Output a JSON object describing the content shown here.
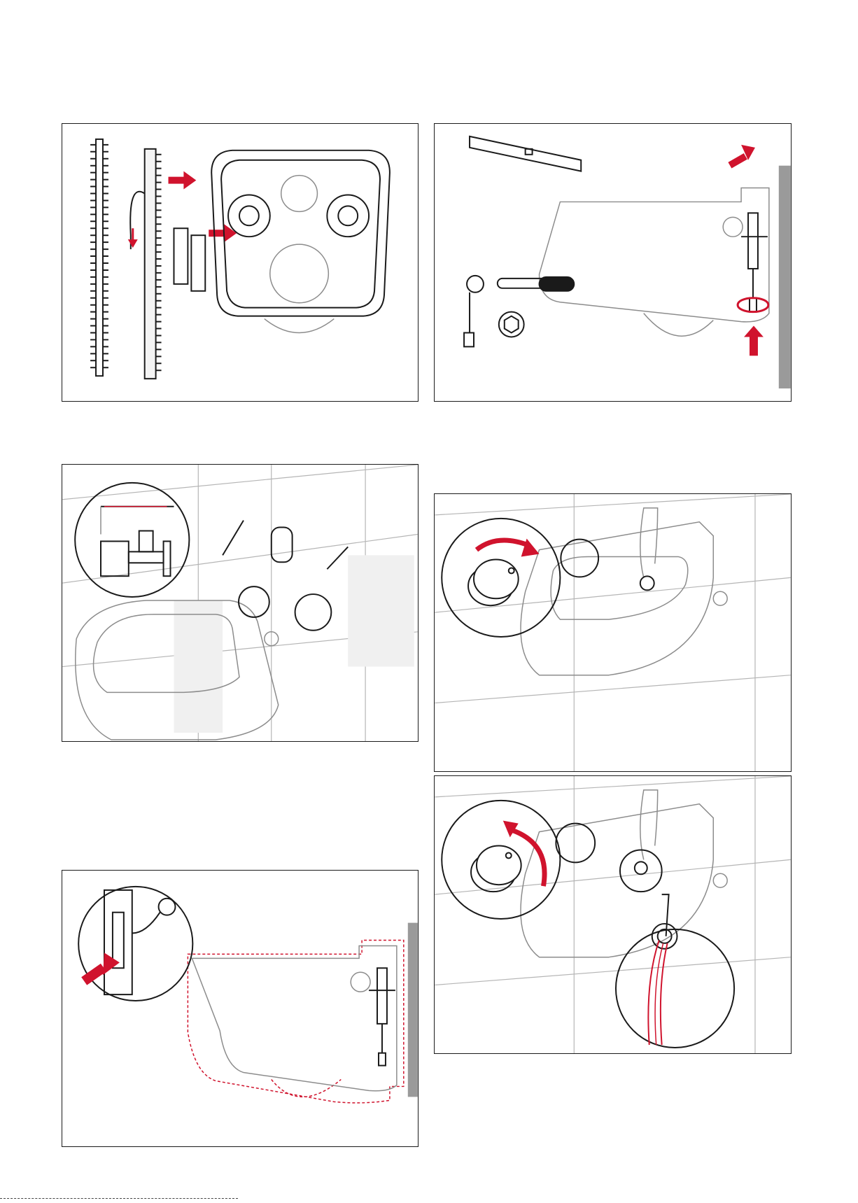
{
  "document": {
    "panels": [
      {
        "id": "1",
        "label": "",
        "icon": "frame-template-icon"
      },
      {
        "id": "2",
        "label": "",
        "icon": "toilet-mounting-icon"
      },
      {
        "id": "3",
        "label": "",
        "icon": "water-connection-icon"
      },
      {
        "id": "4",
        "label": "",
        "icon": "flush-button-turn-icon"
      },
      {
        "id": "5",
        "label": "",
        "icon": "hose-connection-icon"
      },
      {
        "id": "6",
        "label": "",
        "icon": "water-rinse-icon"
      }
    ]
  },
  "colors": {
    "accent": "#d0132d",
    "line": "#1a1a1a",
    "tile": "#b5b5b5"
  }
}
